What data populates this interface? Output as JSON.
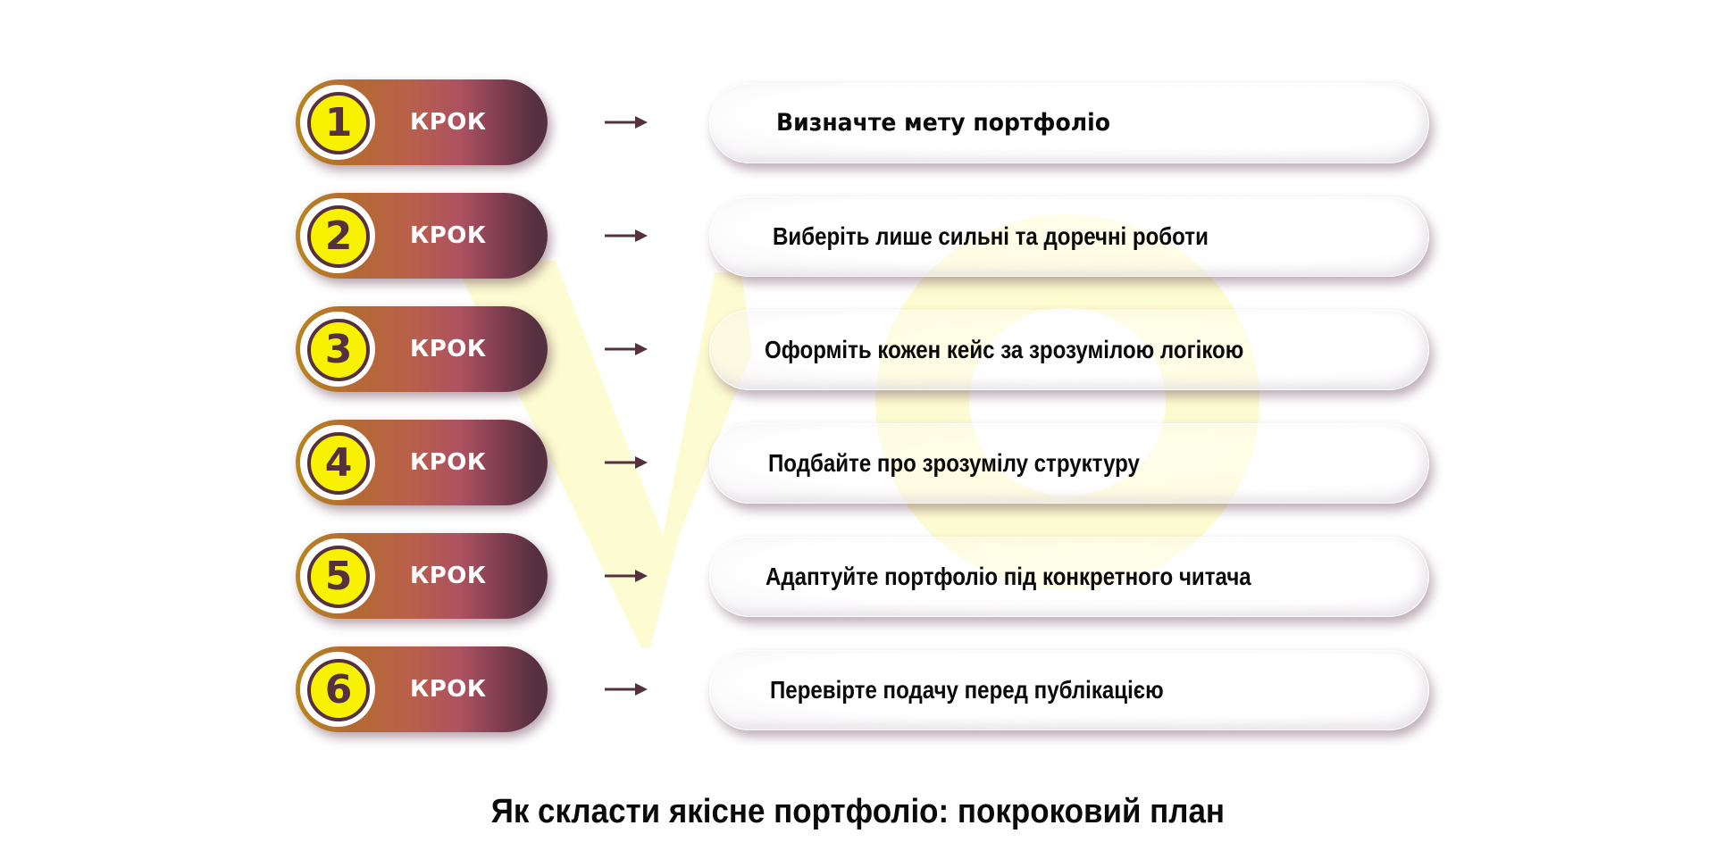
{
  "colors": {
    "pill_gradient_start": "#b8861f",
    "pill_gradient_mid": "#b9604a",
    "pill_gradient_end": "#55303f",
    "number_fill": "#f8f200",
    "number_color": "#55303f",
    "arrow_color": "#55303f",
    "watermark_color": "#fdfbd0",
    "text_color": "#0a0a0a"
  },
  "steps": [
    {
      "number": "1",
      "label": "КРОК",
      "icon": "arrow-right-icon",
      "text": "Визначте мету портфоліо"
    },
    {
      "number": "2",
      "label": "КРОК",
      "icon": "arrow-right-icon",
      "text": "Виберіть лише сильні та доречні роботи"
    },
    {
      "number": "3",
      "label": "КРОК",
      "icon": "arrow-right-icon",
      "text": "Оформіть кожен кейс за зрозумілою логікою"
    },
    {
      "number": "4",
      "label": "КРОК",
      "icon": "arrow-right-icon",
      "text": "Подбайте про зрозумілу структуру"
    },
    {
      "number": "5",
      "label": "КРОК",
      "icon": "arrow-right-icon",
      "text": "Адаптуйте портфоліо під конкретного читача"
    },
    {
      "number": "6",
      "label": "КРОК",
      "icon": "arrow-right-icon",
      "text": "Перевірте подачу перед публікацією"
    }
  ],
  "title": "Як скласти якісне портфоліо: покроковий план"
}
